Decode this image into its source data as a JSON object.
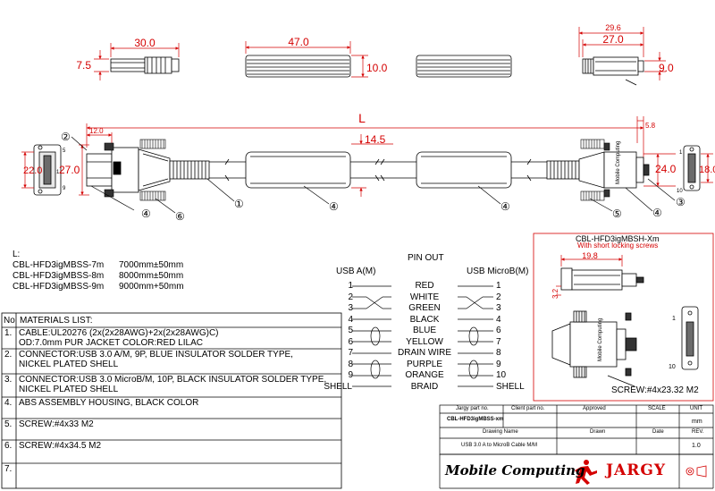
{
  "dims": {
    "top_a_len": "30.0",
    "top_a_h": "7.5",
    "top_mold_len": "47.0",
    "top_mold_h": "10.0",
    "top_b_outer": "29.6",
    "top_b_inner": "27.0",
    "top_b_h": "9.0",
    "front_a_12": "12.0",
    "front_a_w": "22.0",
    "front_a_h": "27.0",
    "overall": "L",
    "ferrite_od": "14.5",
    "b_58": "5.8",
    "b_h24": "24.0",
    "b_18": "18.0",
    "short_len": "19.8",
    "short_h": "3.2"
  },
  "pins_front": {
    "a_top": "5",
    "a_bot": "9",
    "a_one": "1",
    "b_one": "1",
    "b_ten": "10"
  },
  "callouts": [
    "①",
    "②",
    "③",
    "④",
    "⑤",
    "⑥"
  ],
  "model_lengths": {
    "heading": "L:",
    "rows": [
      {
        "model": "CBL-HFD3igMBSS-7m",
        "length": "7000mm±50mm"
      },
      {
        "model": "CBL-HFD3igMBSS-8m",
        "length": "8000mm±50mm"
      },
      {
        "model": "CBL-HFD3igMBSS-9m",
        "length": "9000mm+50mm"
      }
    ]
  },
  "pinout": {
    "title": "PIN OUT",
    "left_header": "USB A(M)",
    "right_header": "USB MicroB(M)",
    "rows": [
      {
        "left": "1",
        "color": "RED",
        "right": "1"
      },
      {
        "left": "2",
        "color": "WHITE",
        "right": "2"
      },
      {
        "left": "3",
        "color": "GREEN",
        "right": "3"
      },
      {
        "left": "4",
        "color": "BLACK",
        "right": "4"
      },
      {
        "left": "5",
        "color": "BLUE",
        "right": "6"
      },
      {
        "left": "6",
        "color": "YELLOW",
        "right": "7"
      },
      {
        "left": "7",
        "color": "DRAIN WIRE",
        "right": "8"
      },
      {
        "left": "8",
        "color": "PURPLE",
        "right": "9"
      },
      {
        "left": "9",
        "color": "ORANGE",
        "right": "10"
      },
      {
        "left": "SHELL",
        "color": "BRAID",
        "right": "SHELL"
      }
    ]
  },
  "materials": {
    "header_no": "No",
    "header_title": "MATERIALS LIST:",
    "items": [
      {
        "no": "1.",
        "line1": "CABLE:UL20276 (2x(2x28AWG)+2x(2x28AWG)C)",
        "line2": "OD:7.0mm  PUR JACKET COLOR:RED LILAC"
      },
      {
        "no": "2.",
        "line1": "CONNECTOR:USB 3.0 A/M, 9P, BLUE INSULATOR SOLDER TYPE,",
        "line2": "NICKEL PLATED SHELL"
      },
      {
        "no": "3.",
        "line1": "CONNECTOR:USB 3.0 MicroB/M, 10P, BLACK INSULATOR SOLDER TYPE,",
        "line2": "NICKEL PLATED SHELL"
      },
      {
        "no": "4.",
        "line1": "ABS ASSEMBLY HOUSING, BLACK COLOR",
        "line2": ""
      },
      {
        "no": "5.",
        "line1": "SCREW:#4x33 M2",
        "line2": ""
      },
      {
        "no": "6.",
        "line1": "SCREW:#4x34.5 M2",
        "line2": ""
      },
      {
        "no": "7.",
        "line1": "",
        "line2": ""
      }
    ]
  },
  "variant": {
    "title": "CBL-HFD3igMBSH-Xm",
    "subtitle": "With short locking screws",
    "screw": "SCREW:#4x23.32 M2",
    "pin_one": "1",
    "pin_ten": "10"
  },
  "title_block": {
    "h_part": "Jargy part no.",
    "h_client": "Client part no.",
    "h_approved": "Approved",
    "h_scale": "SCALE",
    "h_unit": "UNIT",
    "part_no": "CBL-HFD3igMBSS-xm",
    "unit": "mm",
    "h_drawing_name": "Drawing Name",
    "h_drawn": "Drawn",
    "h_date": "Date",
    "h_rev": "REV.",
    "drawing_name": "USB 3.0 A to MicroB Cable M/M",
    "rev": "1.0"
  },
  "logos": {
    "left": "Mobile Computing",
    "right": "JARGY"
  },
  "overmold_label": "Mobile Computing",
  "colors": {
    "dimension": "#d40000",
    "frame": "#d40000",
    "line": "#000000"
  }
}
